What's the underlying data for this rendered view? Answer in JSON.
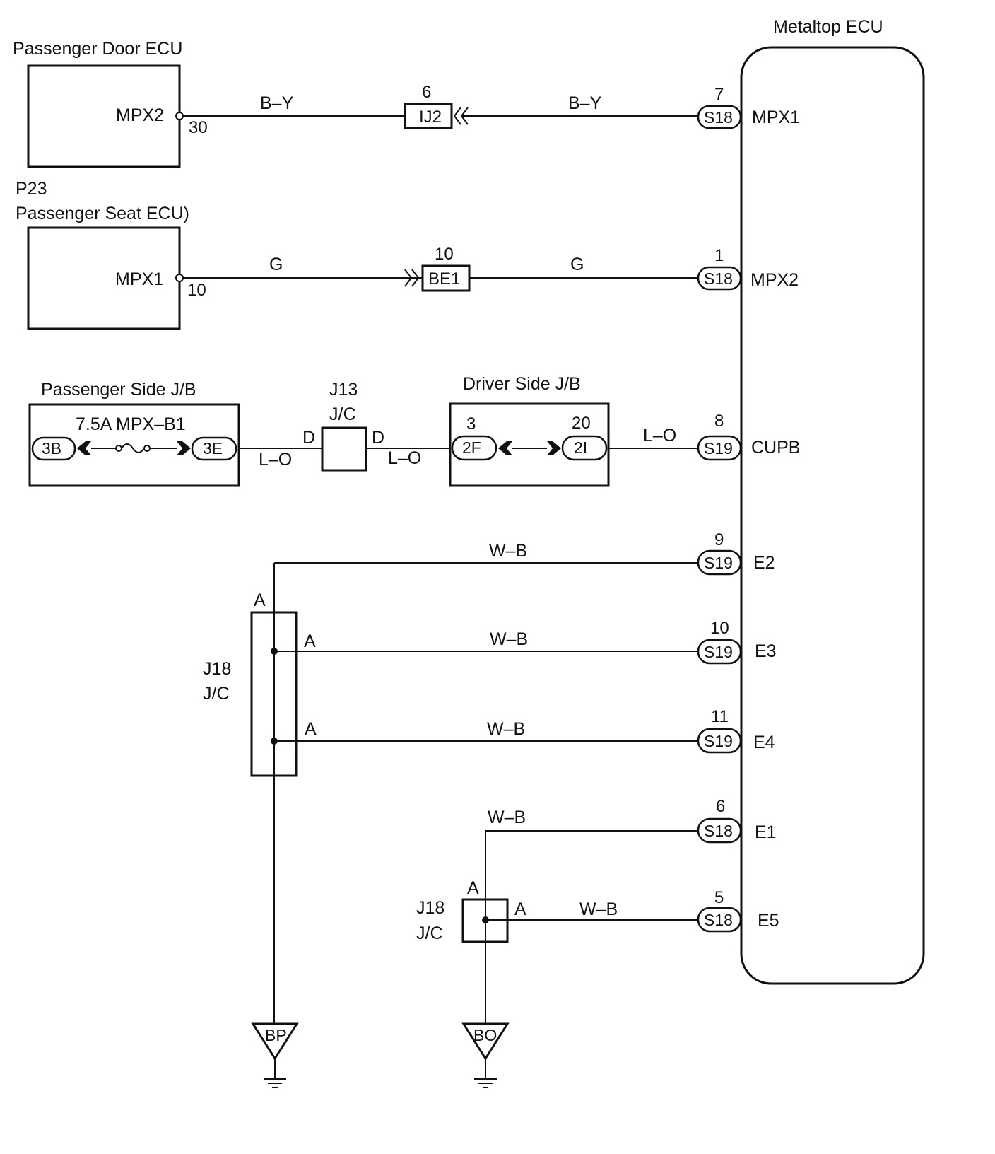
{
  "components": {
    "metaltop_ecu": "Metaltop ECU",
    "passenger_door_ecu": "Passenger Door ECU",
    "passenger_seat_ecu_code": "P23",
    "passenger_seat_ecu": "Passenger Seat ECU)",
    "passenger_side_jb": "Passenger Side J/B",
    "driver_side_jb": "Driver Side J/B",
    "fuse": "7.5A MPX–B1",
    "j13": "J13",
    "j18": "J18",
    "jc": "J/C"
  },
  "ecu_pins": [
    {
      "num": "7",
      "conn": "S18",
      "name": "MPX1"
    },
    {
      "num": "1",
      "conn": "S18",
      "name": "MPX2"
    },
    {
      "num": "8",
      "conn": "S19",
      "name": "CUPB"
    },
    {
      "num": "9",
      "conn": "S19",
      "name": "E2"
    },
    {
      "num": "10",
      "conn": "S19",
      "name": "E3"
    },
    {
      "num": "11",
      "conn": "S19",
      "name": "E4"
    },
    {
      "num": "6",
      "conn": "S18",
      "name": "E1"
    },
    {
      "num": "5",
      "conn": "S18",
      "name": "E5"
    }
  ],
  "door_ecu": {
    "pin_name": "MPX2",
    "pin_num": "30"
  },
  "seat_ecu": {
    "pin_name": "MPX1",
    "pin_num": "10"
  },
  "connector_ij2": {
    "label": "IJ2",
    "num": "6"
  },
  "connector_be1": {
    "label": "BE1",
    "num": "10"
  },
  "wire_colors": {
    "by": "B–Y",
    "g": "G",
    "lo": "L–O",
    "wb": "W–B"
  },
  "pass_jb": {
    "left": "3B",
    "right": "3E"
  },
  "driver_jb": {
    "left": "2F",
    "left_num": "3",
    "right": "2I",
    "right_num": "20"
  },
  "j13_pins": {
    "left": "D",
    "right": "D"
  },
  "junction_pin": "A",
  "grounds": {
    "left": "BP",
    "right": "BO"
  }
}
